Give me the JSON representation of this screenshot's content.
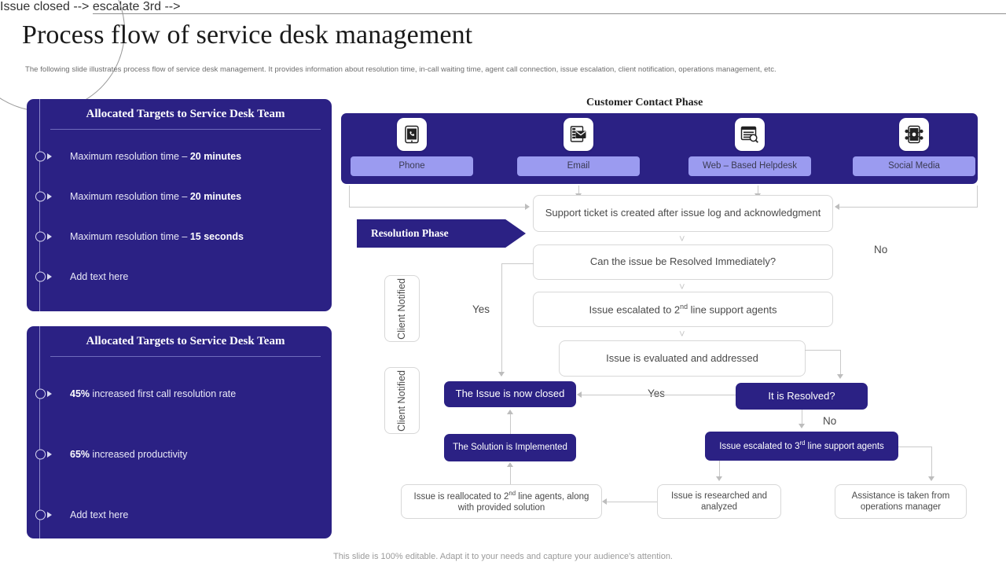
{
  "header": {
    "title": "Process flow of service desk management",
    "subtitle": "The following slide illustrates process flow of service desk management. It provides information about resolution time,  in-call waiting time, agent call connection, issue escalation, client notification, operations management,  etc."
  },
  "colors": {
    "navy": "#2b2184",
    "lavender": "#9b9bf0",
    "box_border": "#d8d8d8",
    "connector": "#c9c9c9"
  },
  "panels": [
    {
      "title": "Allocated Targets to Service Desk Team",
      "items": [
        {
          "prefix": "Maximum resolution  time – ",
          "strong": "20  minutes",
          "suffix": "",
          "bold_first": false
        },
        {
          "prefix": "Maximum resolution  time – ",
          "strong": "20  minutes",
          "suffix": "",
          "bold_first": false
        },
        {
          "prefix": "Maximum resolution  time – ",
          "strong": "15 seconds",
          "suffix": "",
          "bold_first": false
        },
        {
          "prefix": "Add text here",
          "strong": "",
          "suffix": "",
          "bold_first": false
        }
      ]
    },
    {
      "title": "Allocated Targets to Service Desk Team",
      "items": [
        {
          "prefix": "",
          "strong": "45%",
          "suffix": " increased first call resolution rate",
          "bold_first": true
        },
        {
          "prefix": "",
          "strong": "65%",
          "suffix": " increased  productivity",
          "bold_first": true
        },
        {
          "prefix": "Add text here",
          "strong": "",
          "suffix": "",
          "bold_first": false
        }
      ]
    }
  ],
  "contact_phase": {
    "title": "Customer Contact Phase",
    "channels": [
      {
        "label": "Phone",
        "icon": "phone-mobile-icon"
      },
      {
        "label": "Email",
        "icon": "email-envelope-icon"
      },
      {
        "label": "Web – Based Helpdesk",
        "icon": "web-search-window-icon"
      },
      {
        "label": "Social Media",
        "icon": "social-network-mobile-icon"
      }
    ]
  },
  "resolution_phase": {
    "banner": "Resolution Phase"
  },
  "flow": {
    "nodes": [
      {
        "id": "support-ticket",
        "text": "Support ticket is created after issue log and acknowledgment",
        "style": "light"
      },
      {
        "id": "resolve-immediately",
        "text": "Can the issue be Resolved Immediately?",
        "style": "light"
      },
      {
        "id": "escalate-2nd",
        "text": "Issue  escalated to 2nd line support agents",
        "style": "light",
        "sup": "nd",
        "pre": "Issue  escalated to 2",
        "post": " line support agents"
      },
      {
        "id": "evaluated-addressed",
        "text": "Issue  is evaluated and addressed",
        "style": "light"
      },
      {
        "id": "issue-closed",
        "text": "The Issue is now closed",
        "style": "dark"
      },
      {
        "id": "is-resolved",
        "text": "It is Resolved?",
        "style": "dark"
      },
      {
        "id": "solution-implemented",
        "text": "The Solution is Implemented",
        "style": "dark"
      },
      {
        "id": "escalate-3rd",
        "text": "Issue escalated to 3rd line support agents",
        "style": "dark",
        "sup": "rd",
        "pre": "Issue escalated to 3",
        "post": " line support agents"
      },
      {
        "id": "reallocated-2nd",
        "text": "Issue is reallocated to 2nd line agents, along with provided  solution",
        "style": "light",
        "sup": "nd",
        "pre": "Issue is reallocated to 2",
        "post": " line agents, along with provided  solution"
      },
      {
        "id": "researched-analyzed",
        "text": "Issue is researched and analyzed",
        "style": "light"
      },
      {
        "id": "assistance-operations",
        "text": "Assistance is taken from operations manager",
        "style": "light"
      }
    ],
    "side_labels": [
      {
        "id": "client-notified-1",
        "text": "Client Notified"
      },
      {
        "id": "client-notified-2",
        "text": "Client Notified"
      }
    ],
    "edge_labels": [
      {
        "id": "edge-no-top",
        "text": "No"
      },
      {
        "id": "edge-yes-left",
        "text": "Yes"
      },
      {
        "id": "edge-yes-mid",
        "text": "Yes"
      },
      {
        "id": "edge-no-right",
        "text": "No"
      }
    ]
  },
  "footer": {
    "note": "This slide is 100% editable. Adapt it to your needs and capture your audience's attention."
  }
}
